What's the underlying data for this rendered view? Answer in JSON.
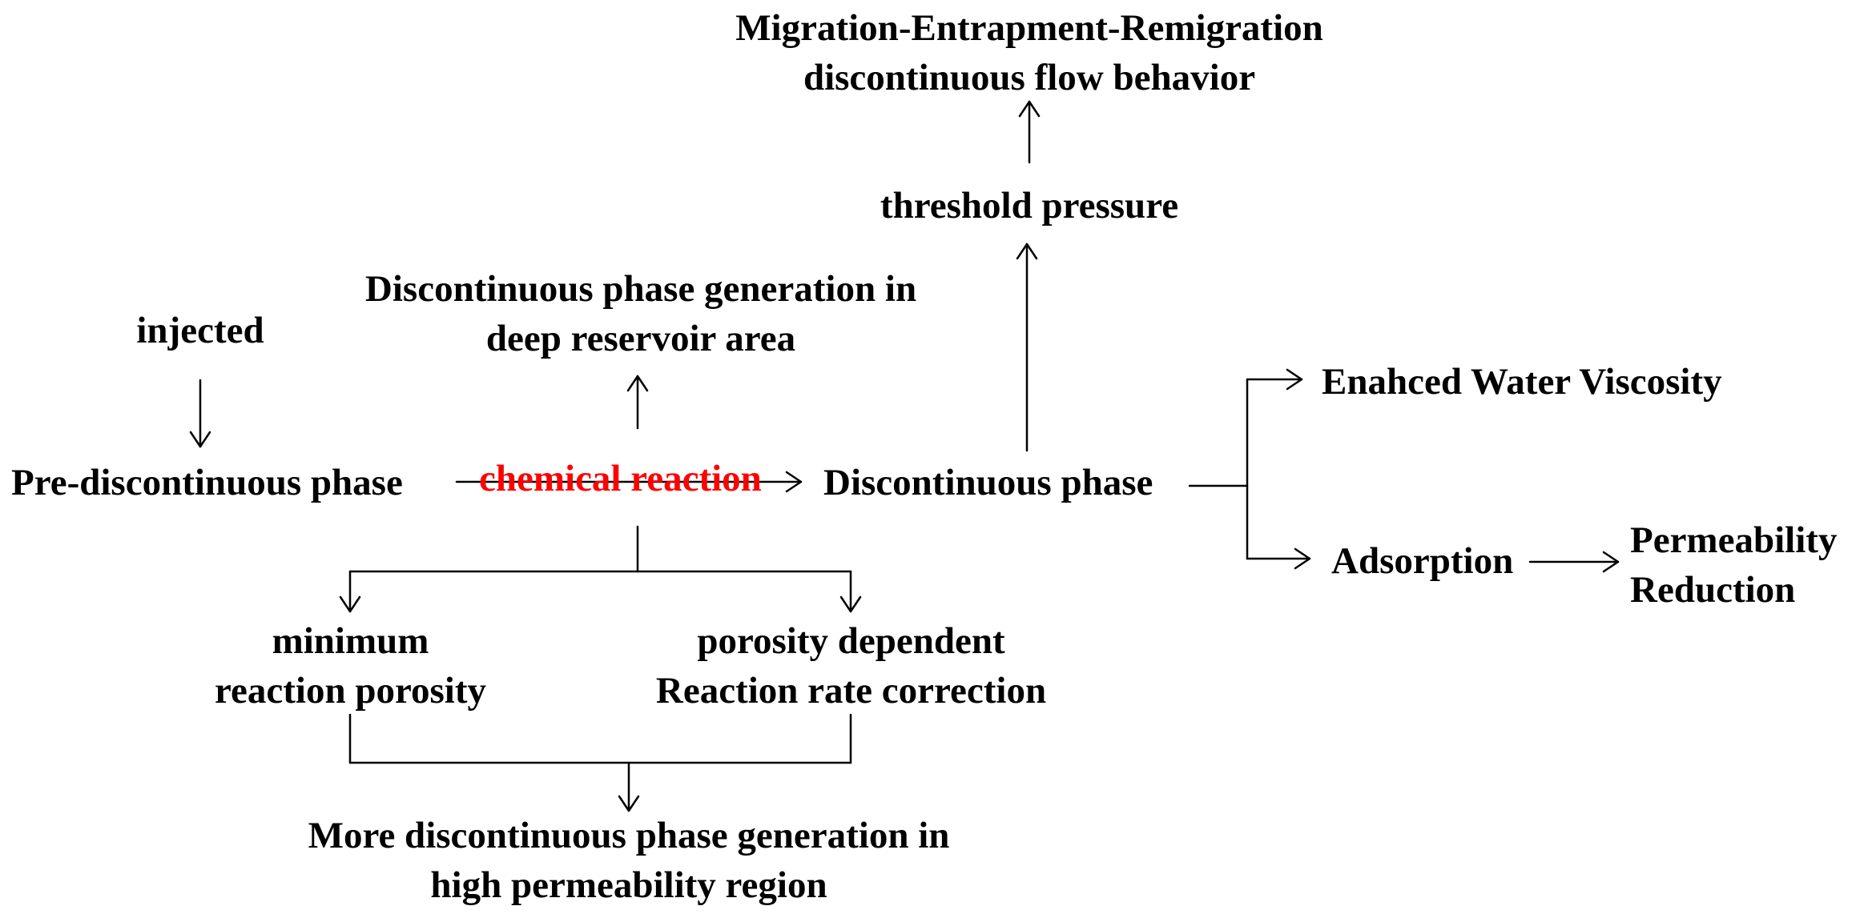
{
  "nodes": {
    "migration": [
      "Migration-Entrapment-Remigration",
      "discontinuous flow behavior"
    ],
    "threshold": "threshold pressure",
    "deep_generation": [
      "Discontinuous phase generation in",
      "deep reservoir area"
    ],
    "injected": "injected",
    "pre_discontinuous": "Pre-discontinuous phase",
    "chemical_reaction": "chemical reaction",
    "discontinuous_phase": "Discontinuous phase",
    "water_viscosity": "Enahced Water Viscosity",
    "adsorption": "Adsorption",
    "permeability_reduction": [
      "Permeability",
      "Reduction"
    ],
    "min_porosity": [
      "minimum",
      "reaction porosity"
    ],
    "rate_correction": [
      "porosity dependent",
      "Reaction rate correction"
    ],
    "more_generation": [
      "More discontinuous phase generation in",
      "high permeability region"
    ]
  },
  "colors": {
    "text": "#000000",
    "highlight": "#ff0000"
  }
}
